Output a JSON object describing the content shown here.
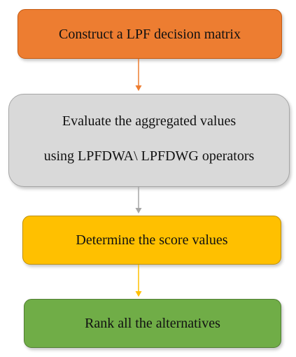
{
  "steps": [
    {
      "lines": [
        "Construct a LPF decision matrix"
      ],
      "color": "#ED7D31"
    },
    {
      "lines": [
        "Evaluate the aggregated values",
        "using LPFDWA\\ LPFDWG operators"
      ],
      "color": "#D9D9D9"
    },
    {
      "lines": [
        "Determine the score values"
      ],
      "color": "#FFC000"
    },
    {
      "lines": [
        "Rank all the alternatives"
      ],
      "color": "#70AD47"
    }
  ],
  "arrow_colors": [
    "#ED7D31",
    "#A6A6A6",
    "#FFC000"
  ]
}
